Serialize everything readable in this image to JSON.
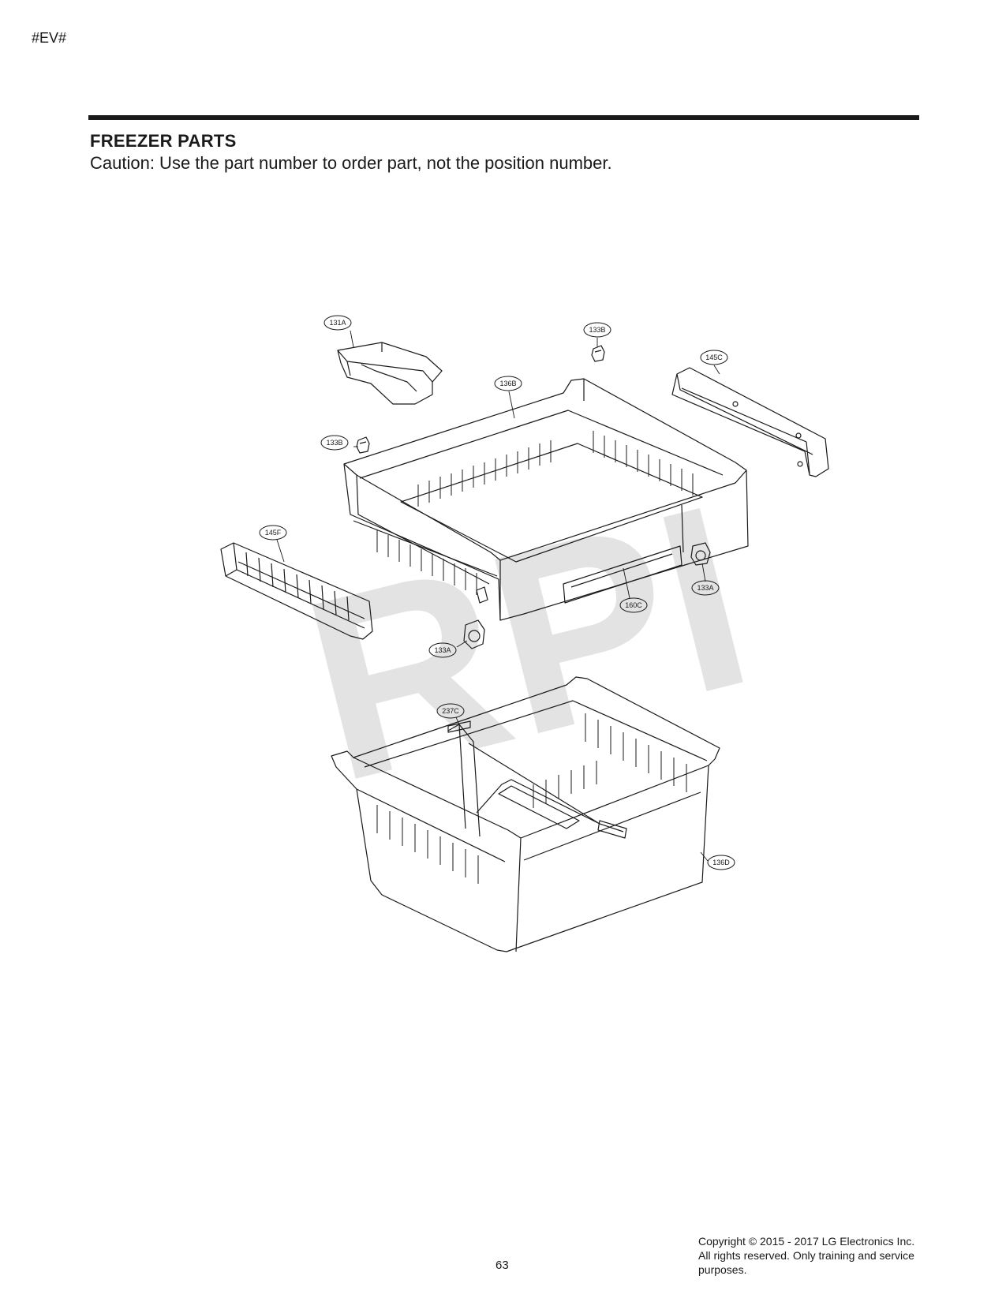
{
  "header": {
    "doc_code": "#EV#",
    "title": "FREEZER PARTS",
    "caution": "Caution: Use the part number to order part, not the position number."
  },
  "watermark": "RPI",
  "callouts": {
    "c131A": "131A",
    "c133B_top": "133B",
    "c145C": "145C",
    "c136B": "136B",
    "c133B_left": "133B",
    "c145F": "145F",
    "c133A_right": "133A",
    "c160C": "160C",
    "c133A_bottom": "133A",
    "c237C": "237C",
    "c136D": "136D"
  },
  "footer": {
    "page_number": "63",
    "copyright_line1": "Copyright © 2015 - 2017 LG Electronics Inc.",
    "copyright_line2": "All rights reserved. Only training and service",
    "copyright_line3": "purposes."
  },
  "colors": {
    "ink": "#1a1a1a",
    "watermark": "#e3e3e3"
  }
}
